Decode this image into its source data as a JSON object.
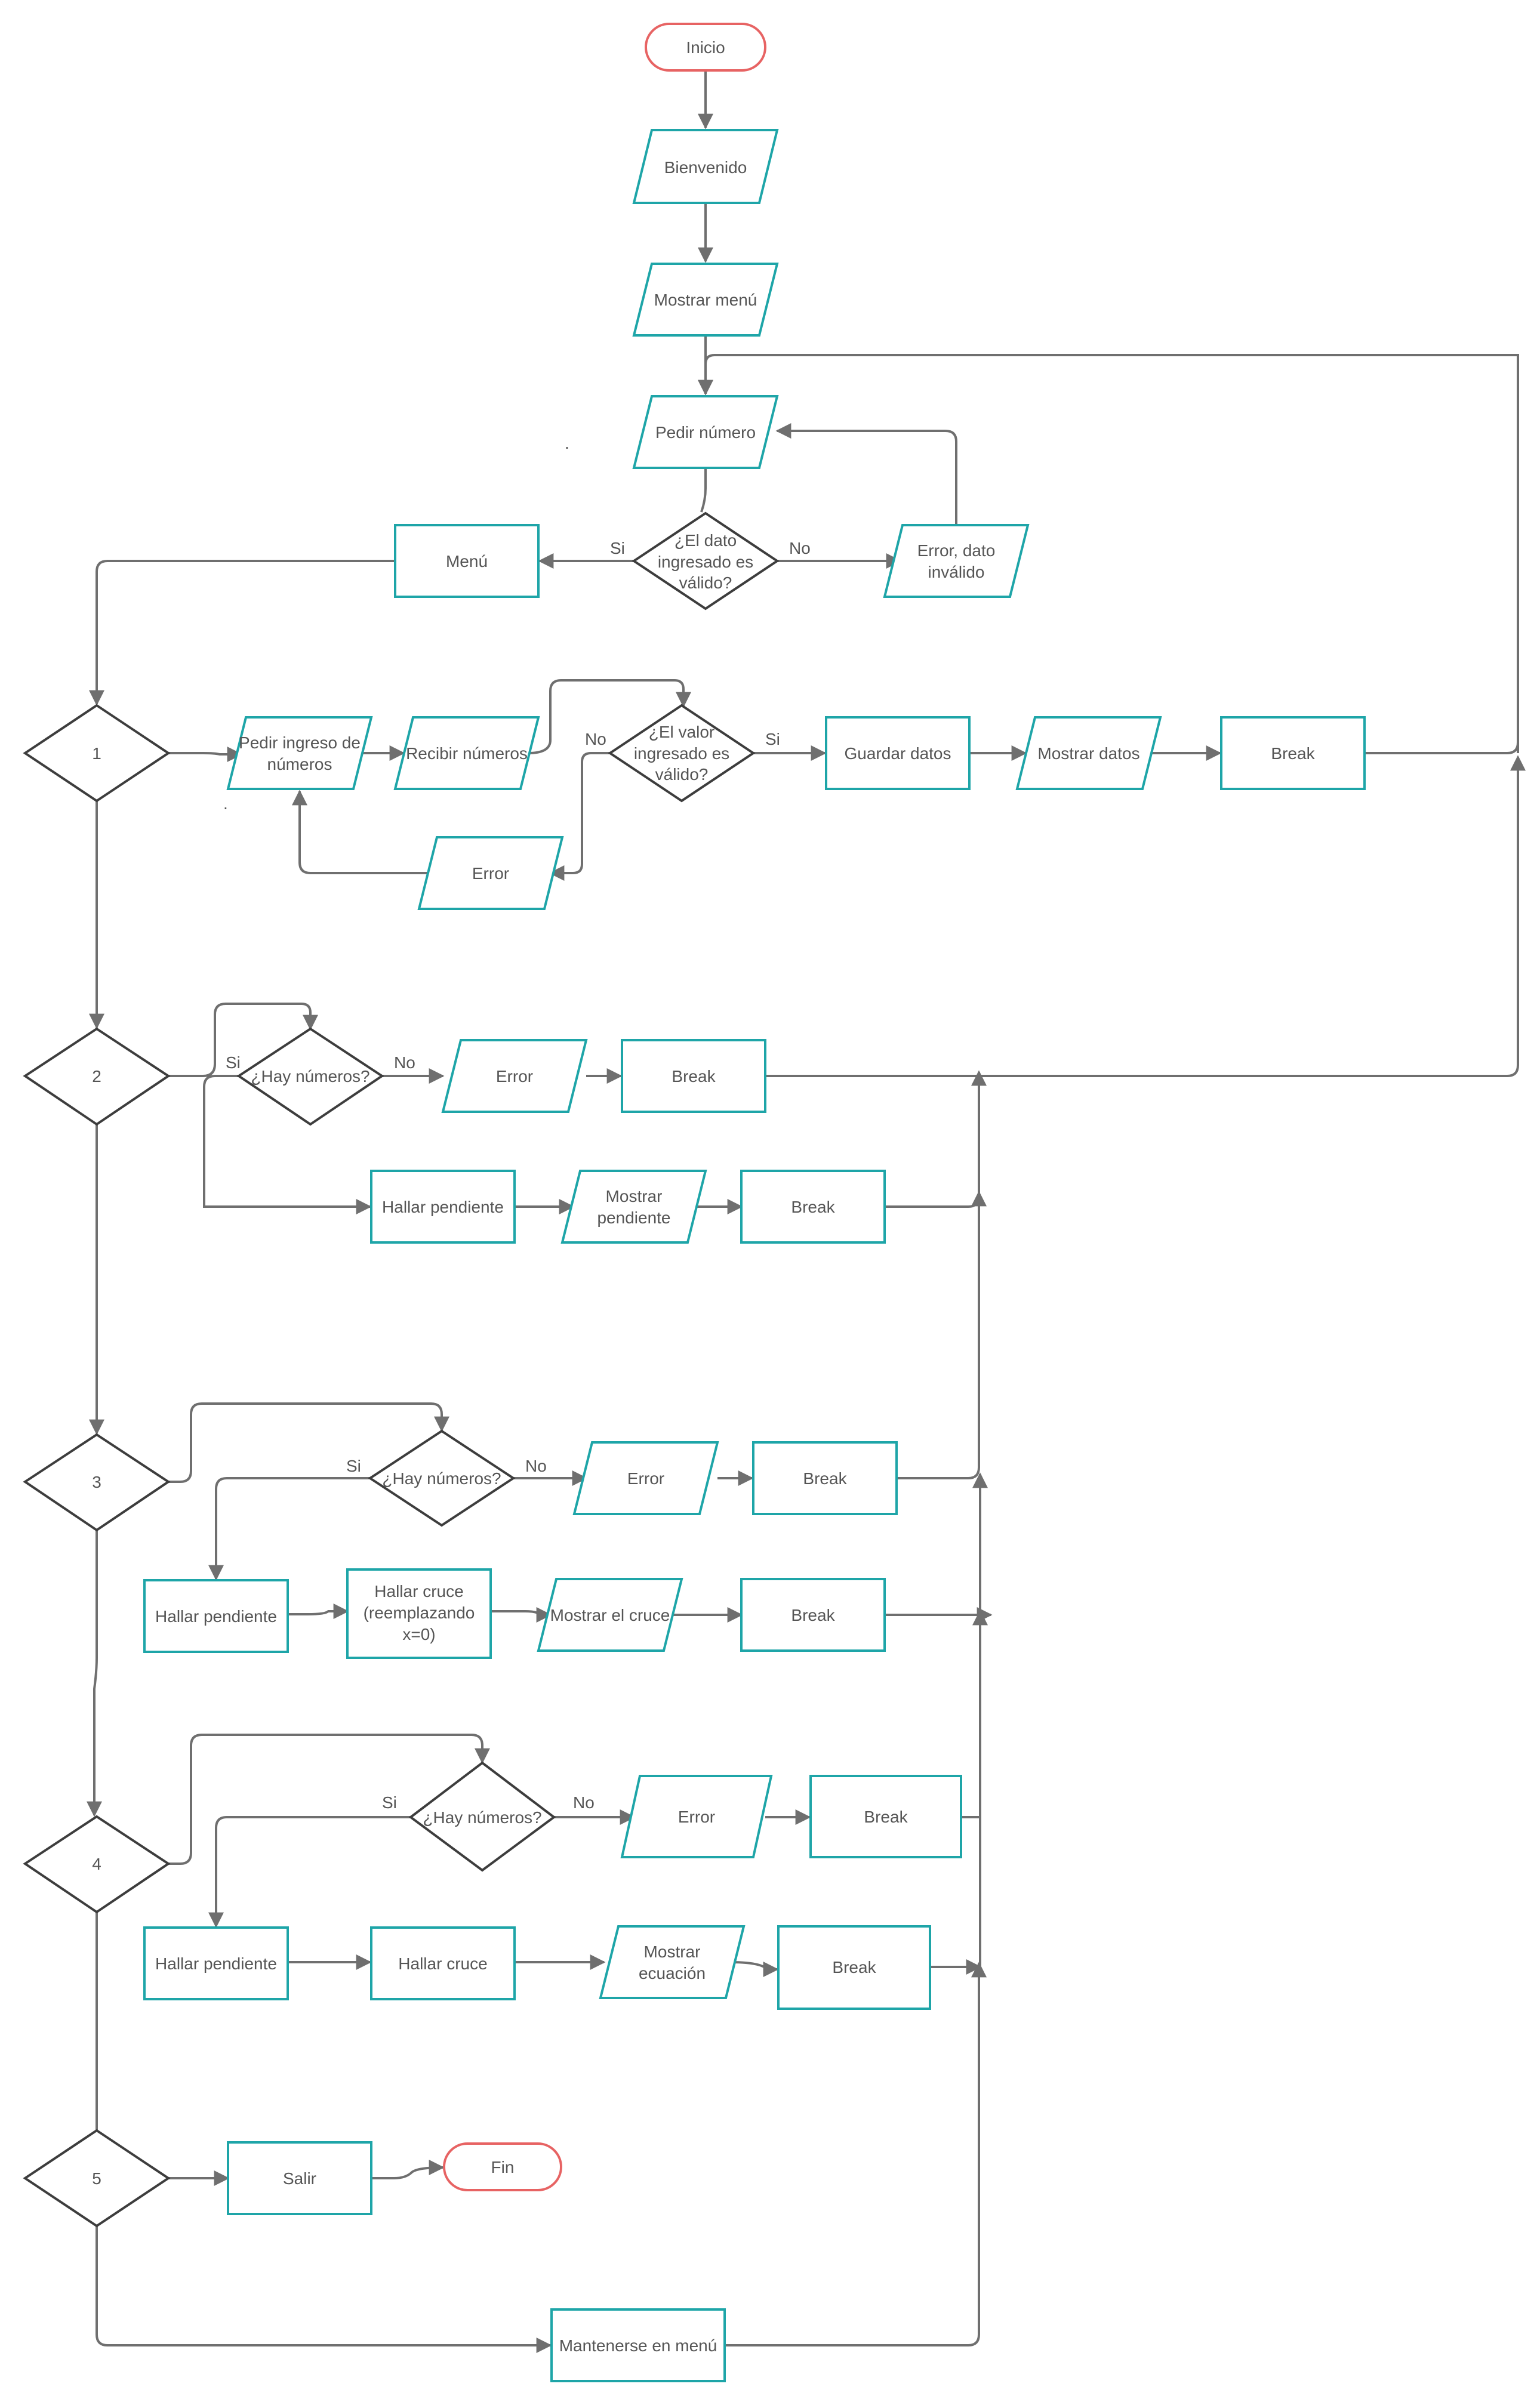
{
  "nodes": {
    "inicio": "Inicio",
    "bienvenido": "Bienvenido",
    "mostrar_menu": "Mostrar menú",
    "pedir_numero": "Pedir número",
    "dato_valido": [
      "¿El dato",
      "ingresado es",
      "válido?"
    ],
    "menu": "Menú",
    "error_dato": [
      "Error, dato",
      "inválido"
    ],
    "opt1": "1",
    "pedir_ingreso": [
      "Pedir ingreso de",
      "números"
    ],
    "recibir_numeros": "Recibir números",
    "valor_valido": [
      "¿El valor",
      "ingresado es",
      "válido?"
    ],
    "guardar_datos": "Guardar datos",
    "mostrar_datos": "Mostrar datos",
    "break1": "Break",
    "error1": "Error",
    "opt2": "2",
    "hay_numeros2": "¿Hay números?",
    "error2": "Error",
    "break2a": "Break",
    "hallar_pend2": "Hallar pendiente",
    "mostrar_pend2": [
      "Mostrar",
      "pendiente"
    ],
    "break2b": "Break",
    "opt3": "3",
    "hay_numeros3": "¿Hay números?",
    "error3": "Error",
    "break3a": "Break",
    "hallar_pend3": "Hallar pendiente",
    "hallar_cruce3": [
      "Hallar cruce",
      "(reemplazando",
      "x=0)"
    ],
    "mostrar_cruce3": "Mostrar el cruce",
    "break3b": "Break",
    "opt4": "4",
    "hay_numeros4": "¿Hay números?",
    "error4": "Error",
    "break4a": "Break",
    "hallar_pend4": "Hallar pendiente",
    "hallar_cruce4": "Hallar cruce",
    "mostrar_ecuacion4": [
      "Mostrar",
      "ecuación"
    ],
    "break4b": "Break",
    "opt5": "5",
    "salir": "Salir",
    "fin": "Fin",
    "mantenerse": "Mantenerse en menú"
  },
  "edge_labels": {
    "si": "Si",
    "no": "No",
    "dot": "."
  },
  "colors": {
    "process_stroke": "#1ea5a8",
    "terminal_stroke": "#e76363",
    "decision_stroke": "#3d3d3d",
    "edge": "#6f6f6f",
    "text": "#555555"
  }
}
